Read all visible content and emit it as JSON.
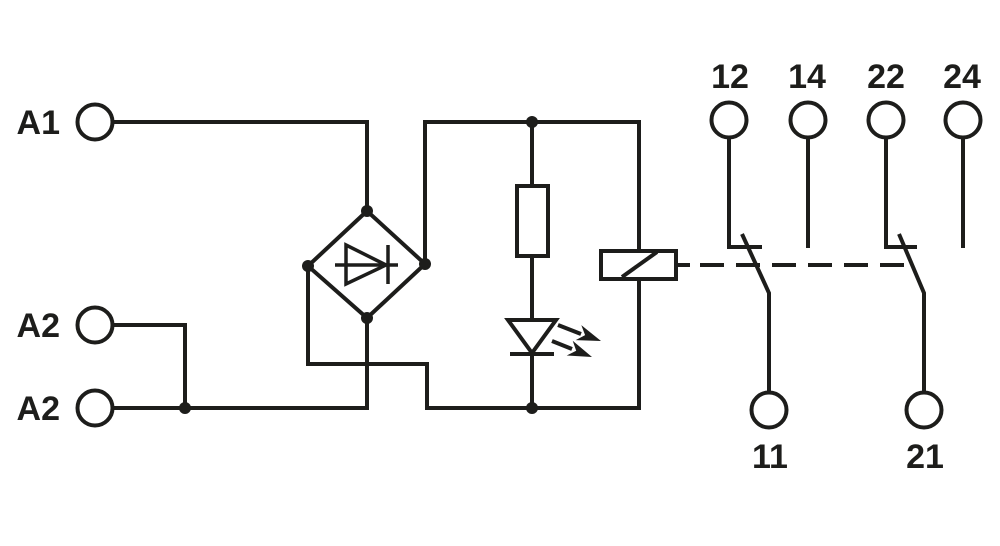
{
  "diagram": {
    "type": "relay-module-circuit-diagram",
    "background_color": "#ffffff",
    "line_color": "#1d1d1b",
    "terminals": {
      "left": [
        {
          "label": "A1"
        },
        {
          "label": "A2"
        },
        {
          "label": "A2"
        }
      ],
      "top": [
        {
          "label": "12"
        },
        {
          "label": "14"
        },
        {
          "label": "22"
        },
        {
          "label": "24"
        }
      ],
      "bottom": [
        {
          "label": "11"
        },
        {
          "label": "21"
        }
      ]
    },
    "components": [
      {
        "name": "bridge-rectifier"
      },
      {
        "name": "series-resistor"
      },
      {
        "name": "led-indicator"
      },
      {
        "name": "relay-coil"
      },
      {
        "name": "changeover-contact-1"
      },
      {
        "name": "changeover-contact-2"
      }
    ]
  }
}
